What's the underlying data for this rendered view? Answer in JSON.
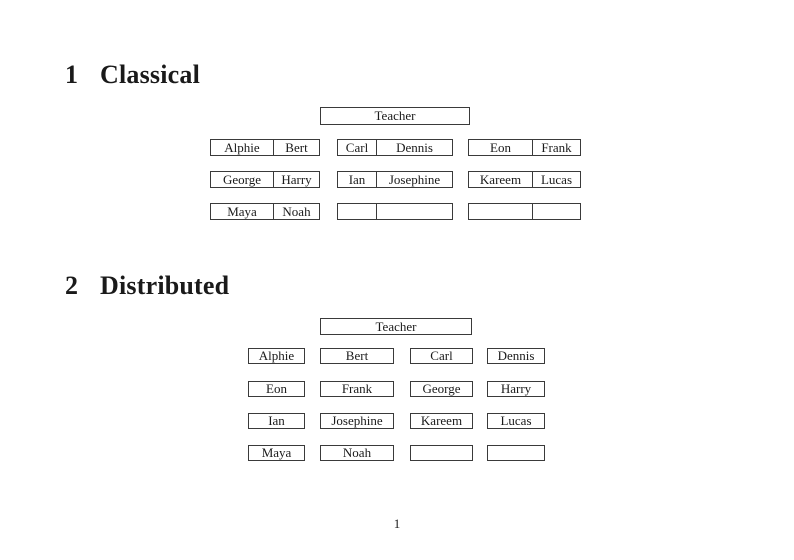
{
  "sections": [
    {
      "number": "1",
      "title": "Classical",
      "teacher_label": "Teacher",
      "rows": [
        [
          [
            "Alphie",
            "Bert"
          ],
          [
            "Carl",
            "Dennis"
          ],
          [
            "Eon",
            "Frank"
          ]
        ],
        [
          [
            "George",
            "Harry"
          ],
          [
            "Ian",
            "Josephine"
          ],
          [
            "Kareem",
            "Lucas"
          ]
        ],
        [
          [
            "Maya",
            "Noah"
          ],
          [
            "",
            ""
          ],
          [
            "",
            ""
          ]
        ]
      ]
    },
    {
      "number": "2",
      "title": "Distributed",
      "teacher_label": "Teacher",
      "rows": [
        [
          "Alphie",
          "Bert",
          "Carl",
          "Dennis"
        ],
        [
          "Eon",
          "Frank",
          "George",
          "Harry"
        ],
        [
          "Ian",
          "Josephine",
          "Kareem",
          "Lucas"
        ],
        [
          "Maya",
          "Noah",
          "",
          ""
        ]
      ]
    }
  ],
  "page_number": "1"
}
